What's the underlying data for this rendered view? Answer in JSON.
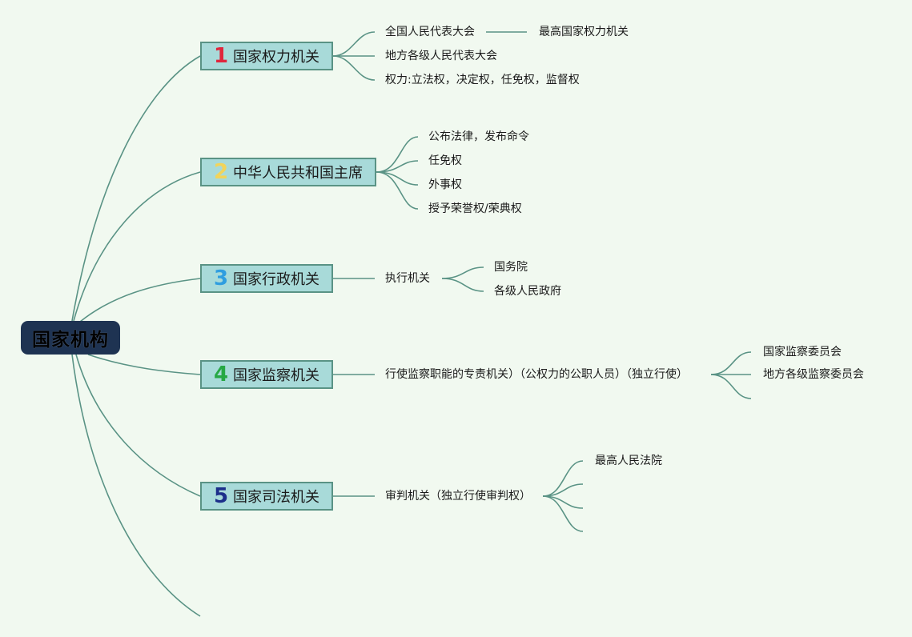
{
  "root": {
    "label": "国家机构"
  },
  "branches": [
    {
      "number": "1",
      "number_color": "#e0263c",
      "label": "国家权力机关",
      "items": [
        "全国人民代表大会",
        "地方各级人民代表大会",
        "权力:立法权，决定权，任免权，监督权"
      ],
      "extra": "最高国家权力机关"
    },
    {
      "number": "2",
      "number_color": "#f2d45a",
      "label": "中华人民共和国主席",
      "items": [
        "公布法律，发布命令",
        "任免权",
        "外事权",
        "授予荣誉权/荣典权"
      ]
    },
    {
      "number": "3",
      "number_color": "#2f9ee0",
      "label": "国家行政机关",
      "items": [
        "执行机关"
      ],
      "sub_items": [
        "国务院",
        "各级人民政府"
      ]
    },
    {
      "number": "4",
      "number_color": "#27a845",
      "label": "国家监察机关",
      "items": [
        "行使监察职能的专责机关）（公权力的公职人员）（独立行使）"
      ],
      "sub_items": [
        "国家监察委员会",
        "地方各级监察委员会"
      ]
    },
    {
      "number": "5",
      "number_color": "#1c2f8a",
      "label": "国家司法机关",
      "items": [
        "审判机关（独立行使审判权）"
      ],
      "sub_items": [
        "最高人民法院"
      ]
    }
  ],
  "colors": {
    "line": "#5a9385",
    "branch_fill": "#a8dad9",
    "root_fill": "#1e3352",
    "background": "#f1f9f0"
  }
}
